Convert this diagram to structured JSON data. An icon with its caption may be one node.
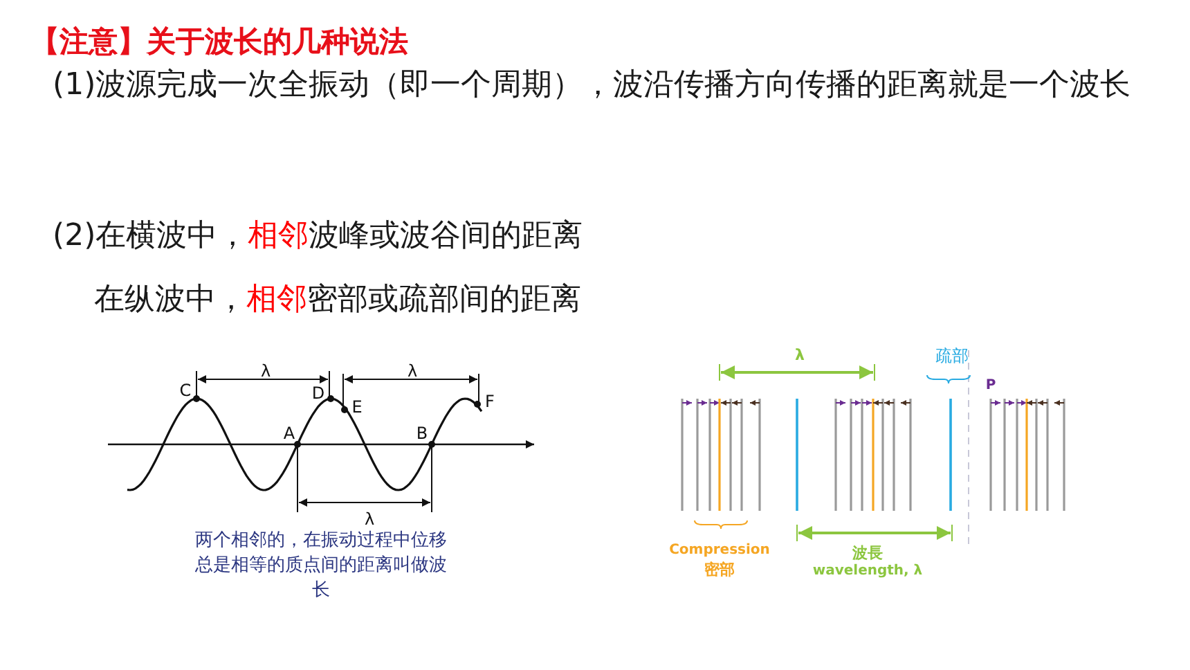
{
  "diagram": {
    "title": "【注意】关于波长的几种说法",
    "labels": [
      "(1)波源完成一次全振动（即一个周期），波沿传播方向传播的距离就是一个波长",
      "(2)在横波中，**相邻**波峰或波谷间的距离",
      "在纵波中，**相邻**密部或疏部间的距离",
      "λ",
      "λ",
      "C",
      "D",
      "E",
      "F",
      "A",
      "B",
      "λ",
      "两个相邻的，在振动过程中位移总是相等的质点间的距离叫做波长",
      "λ",
      "疏部",
      "P",
      "Compression",
      "密部",
      "波長",
      "wavelength, λ"
    ]
  }
}
